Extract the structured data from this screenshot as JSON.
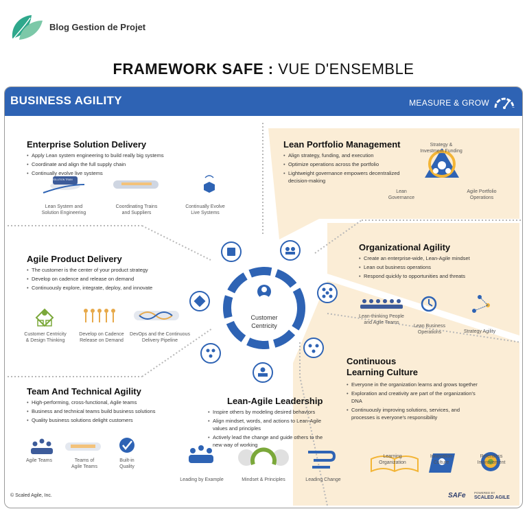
{
  "blog": {
    "name": "Blog Gestion de Projet"
  },
  "page": {
    "title_strong": "FRAMEWORK SAFE :",
    "title_rest": " VUE D'ENSEMBLE"
  },
  "header": {
    "title": "BUSINESS AGILITY",
    "measure": "MEASURE & GROW"
  },
  "center": {
    "label_line1": "Customer",
    "label_line2": "Centricity"
  },
  "enterprise": {
    "title": "Enterprise Solution Delivery",
    "bullets": [
      "Apply Lean system engineering to build really big systems",
      "Coordinate and align the full supply chain",
      "Continually evolve live systems"
    ],
    "icons": [
      {
        "line1": "Lean System and",
        "line2": "Solution Engineering"
      },
      {
        "line1": "Coordinating Trains",
        "line2": "and Suppliers"
      },
      {
        "line1": "Continually Evolve",
        "line2": "Live Systems"
      }
    ],
    "train_label": "SOLUTION TRAIN"
  },
  "portfolio": {
    "title": "Lean Portfolio Management",
    "bullets": [
      "Align strategy, funding, and execution",
      "Optimize operations across the portfolio",
      "Lightweight governance empowers decentralized decision-making"
    ],
    "diagram": {
      "top_line1": "Strategy &",
      "top_line2": "Investment Funding",
      "left_line1": "Lean",
      "left_line2": "Governance",
      "right_line1": "Agile Portfolio",
      "right_line2": "Operations"
    }
  },
  "product": {
    "title": "Agile Product Delivery",
    "bullets": [
      "The customer is the center of your product strategy",
      "Develop on cadence and release on demand",
      "Continuously explore, integrate, deploy, and innovate"
    ],
    "icons": [
      {
        "line1": "Customer Centricity",
        "line2": "& Design Thinking"
      },
      {
        "line1": "Develop on Cadence",
        "line2": "Release on Demand"
      },
      {
        "line1": "DevOps and the Continuous",
        "line2": "Delivery Pipeline"
      }
    ]
  },
  "org": {
    "title": "Organizational Agility",
    "bullets": [
      "Create an enterprise-wide, Lean-Agile mindset",
      "Lean out business operations",
      "Respond quickly to opportunities and threats"
    ],
    "icons": [
      {
        "line1": "Lean-thinking People",
        "line2": "and Agile Teams"
      },
      {
        "line1": "Lean Business",
        "line2": "Operations"
      },
      {
        "line1": "Strategy Agility",
        "line2": ""
      }
    ]
  },
  "culture": {
    "title_line1": "Continuous",
    "title_line2": "Learning Culture",
    "bullets": [
      "Everyone in the organization learns and grows together",
      "Exploration and creativity are part of the organization's DNA",
      "Continuously improving solutions, services, and processes is everyone's responsibility"
    ],
    "icons": [
      {
        "line1": "Learning",
        "line2": "Organization"
      },
      {
        "line1": "Innovation",
        "line2": "Culture"
      },
      {
        "line1": "Relentless",
        "line2": "Improvement"
      }
    ]
  },
  "team": {
    "title": "Team And Technical Agility",
    "bullets": [
      "High-performing, cross-functional, Agile teams",
      "Business and technical teams build business solutions",
      "Quality business solutions delight customers"
    ],
    "icons": [
      {
        "line1": "Agile Teams",
        "line2": ""
      },
      {
        "line1": "Teams of",
        "line2": "Agile Teams"
      },
      {
        "line1": "Built-in",
        "line2": "Quality"
      }
    ]
  },
  "leadership": {
    "title": "Lean-Agile Leadership",
    "bullets": [
      "Inspire others by modeling desired behaviors",
      "Align mindset, words, and actions to Lean-Agile values and principles",
      "Actively lead the change and guide others to the new way of working"
    ],
    "icons": [
      {
        "line1": "Leading by Example"
      },
      {
        "line1": "Mindset & Principles"
      },
      {
        "line1": "Leading Change"
      }
    ]
  },
  "footer": {
    "copyright": "© Scaled Agile, Inc.",
    "safe": "SAFe",
    "powered": "POWERED BY",
    "scaled": "SCALED AGILE"
  },
  "colors": {
    "header_blue": "#2e63b4",
    "ring_blue": "#2e63b4",
    "peach": "#fbedd6",
    "yellow": "#f3b536",
    "dots": "#b7b7b7"
  }
}
